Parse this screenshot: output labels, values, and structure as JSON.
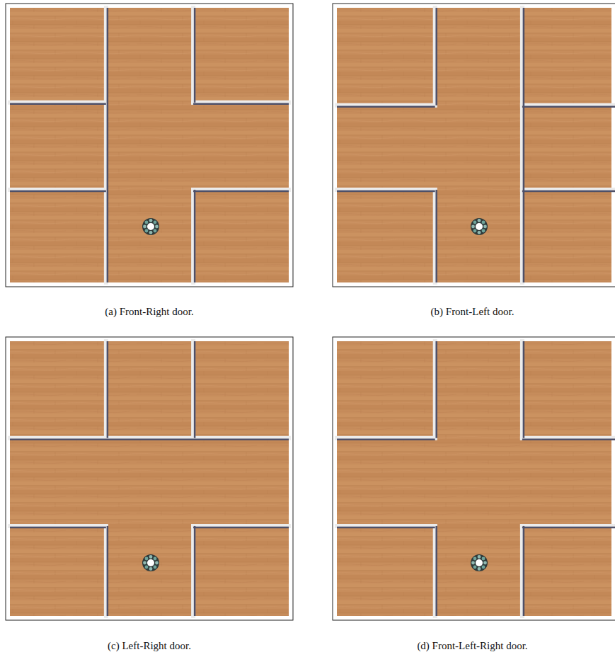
{
  "diagram": {
    "labels": [
      "(a) Front-Right door.",
      "(b) Front-Left door.",
      "(c) Left-Right door.",
      "(d) Front-Left-Right door."
    ]
  }
}
